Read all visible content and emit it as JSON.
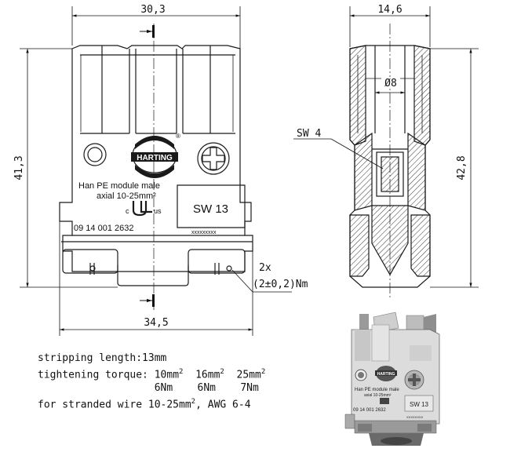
{
  "dimensions": {
    "top_width_front": "30,3",
    "height_front": "41,3",
    "bottom_width_front": "34,5",
    "top_width_side": "14,6",
    "height_side": "42,8",
    "bore_diameter": "Ø8",
    "hex_socket": "SW 4",
    "screws": "2x",
    "screw_torque": "(2±0,2)Nm"
  },
  "module": {
    "brand": "HARTING",
    "registered": "®",
    "name_line1": "Han PE module male",
    "name_line2": "axial 10-25mm²",
    "ul_mark": "c UL us",
    "part_number": "09 14 001 2632",
    "wrench_size": "SW 13",
    "serial": "xxxxxxxxx"
  },
  "photo_labels": {
    "brand": "HARTING",
    "name_line1": "Han PE module male",
    "name_line2": "axial 10-25mm²",
    "part_number": "09 14 001 2632",
    "wrench_size": "SW 13",
    "serial": "XXXXXXXX"
  },
  "notes": {
    "stripping": "stripping length:13mm",
    "torque_label": "tightening torque:",
    "sizes": [
      "10mm",
      "16mm",
      "25mm"
    ],
    "torques": [
      "6Nm",
      "6Nm",
      "7Nm"
    ],
    "wire_prefix": "for stranded wire 10-25mm",
    "wire_suffix": ", AWG 6-4",
    "superscript": "2"
  },
  "colors": {
    "line": "#1a1a1a",
    "hatch": "#333333",
    "photo_body": "#dcdcdc",
    "photo_dark": "#6a6a6a"
  }
}
